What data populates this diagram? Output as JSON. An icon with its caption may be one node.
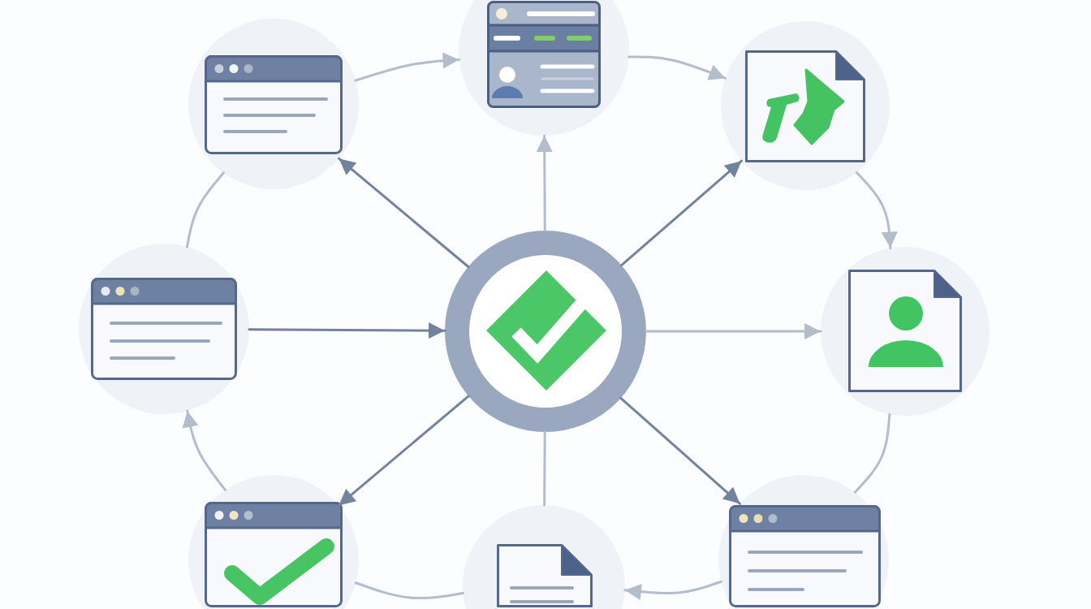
{
  "diagram": {
    "nodes": [
      {
        "text": [],
        "shape": "picture"
      },
      {
        "text": [],
        "shape": "picture"
      },
      {
        "text": [],
        "shape": "picture"
      },
      {
        "text": [],
        "shape": "picture"
      },
      {
        "text": [],
        "shape": "circle"
      },
      {
        "text": [],
        "shape": "picture"
      },
      {
        "text": [],
        "shape": "picture"
      },
      {
        "text": [],
        "shape": "picture"
      },
      {
        "text": [],
        "shape": "picture"
      }
    ],
    "edges": [
      {
        "from": 1,
        "to": 0,
        "arrow": "to"
      },
      {
        "from": 0,
        "to": 2,
        "arrow": "to"
      },
      {
        "from": 2,
        "to": 5,
        "arrow": "to"
      },
      {
        "from": 5,
        "to": 7,
        "arrow": "none"
      },
      {
        "from": 7,
        "to": 8,
        "arrow": "to"
      },
      {
        "from": 8,
        "to": 6,
        "arrow": "none"
      },
      {
        "from": 6,
        "to": 3,
        "arrow": "to"
      },
      {
        "from": 3,
        "to": 1,
        "arrow": "none"
      },
      {
        "from": 4,
        "to": 1,
        "arrow": "to",
        "color": "#74839c"
      },
      {
        "from": 4,
        "to": 0,
        "arrow": "to"
      },
      {
        "from": 4,
        "to": 2,
        "arrow": "to",
        "color": "#74839c"
      },
      {
        "from": 3,
        "to": 4,
        "arrow": "to",
        "color": "#74839c"
      },
      {
        "from": 4,
        "to": 5,
        "arrow": "to"
      },
      {
        "from": 4,
        "to": 6,
        "arrow": "to",
        "color": "#74839c"
      },
      {
        "from": 4,
        "to": 8,
        "arrow": "none"
      },
      {
        "from": 4,
        "to": 7,
        "arrow": "to",
        "color": "#74839c"
      }
    ]
  }
}
